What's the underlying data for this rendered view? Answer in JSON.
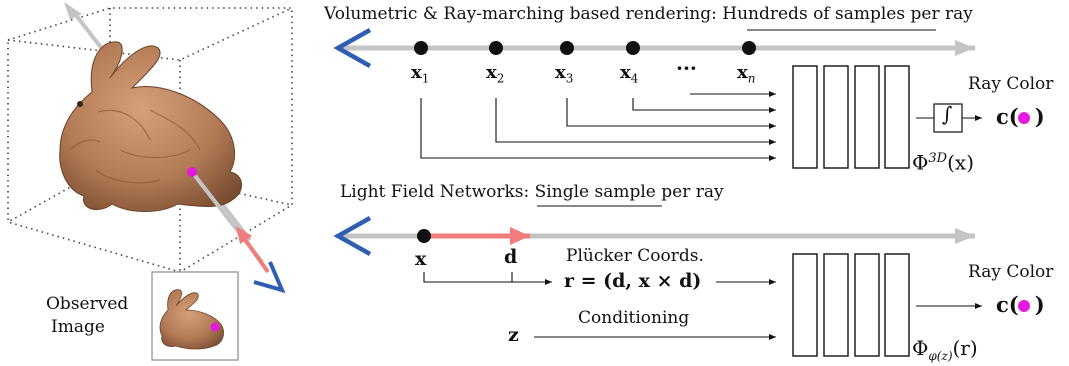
{
  "panels": {
    "left": {
      "observed_label_line1": "Observed",
      "observed_label_line2": "Image"
    }
  },
  "top_diagram": {
    "title_prefix": "Volumetric & Ray-marching based rendering: ",
    "title_underlined": "Hundreds of samples",
    "title_suffix": " per ray",
    "samples": [
      {
        "base": "x",
        "sub": "1"
      },
      {
        "base": "x",
        "sub": "2"
      },
      {
        "base": "x",
        "sub": "3"
      },
      {
        "base": "x",
        "sub": "4"
      },
      {
        "base": "x",
        "sub": "n"
      }
    ],
    "dots_label": "···",
    "ray_color_label": "Ray Color",
    "integral_symbol": "∫",
    "output_label": "c(",
    "output_close": ")",
    "network_label_base": "Φ",
    "network_label_sup": "3D",
    "network_label_arg": "(x)"
  },
  "bottom_diagram": {
    "title_prefix": "Light Field Networks: ",
    "title_underlined": "Single sample",
    "title_suffix": " per ray",
    "x_label": "x",
    "d_label": "d",
    "plucker_label": "Plücker Coords.",
    "plucker_formula": "r = (d, x × d)",
    "conditioning_label": "Conditioning",
    "z_label": "z",
    "ray_color_label": "Ray Color",
    "output_label": "c(",
    "output_close": ")",
    "network_label_base": "Φ",
    "network_label_sub": "φ(z)",
    "network_label_arg": "(r)"
  },
  "colors": {
    "ray": "#c4c4c4",
    "eye": "#2f5fb3",
    "direction_arrow": "#f07c7c",
    "point": "#e21bdc",
    "bunny": "#b98360",
    "box": "#444444"
  }
}
